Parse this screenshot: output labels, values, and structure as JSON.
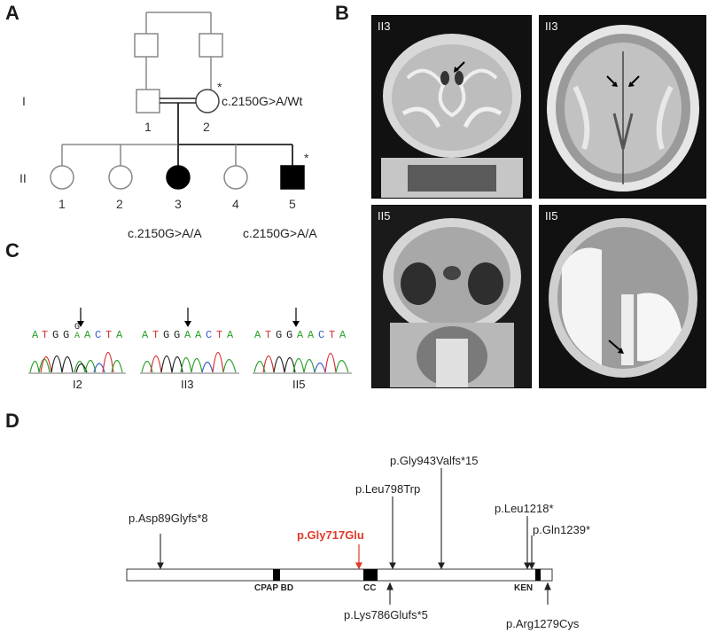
{
  "panels": {
    "a": "A",
    "b": "B",
    "c": "C",
    "d": "D"
  },
  "pedigree": {
    "generation_labels": [
      "I",
      "II"
    ],
    "gen1_numbers": [
      "1",
      "2"
    ],
    "gen2_numbers": [
      "1",
      "2",
      "3",
      "4",
      "5"
    ],
    "asterisk": "*",
    "genotype_i2": "c.2150G>A/Wt",
    "genotype_ii3": "c.2150G>A/A",
    "genotype_ii5": "c.2150G>A/A"
  },
  "mri": {
    "top_left": "II3",
    "top_right": "II3",
    "bottom_left": "II5",
    "bottom_right": "II5"
  },
  "chromatograms": [
    {
      "label": "I2",
      "bases": [
        "A",
        "T",
        "G",
        "G",
        "A",
        "C",
        "T",
        "A"
      ],
      "het_top": "G",
      "het_bottom": "A"
    },
    {
      "label": "II3",
      "bases": [
        "A",
        "T",
        "G",
        "G",
        "A",
        "A",
        "C",
        "T",
        "A"
      ]
    },
    {
      "label": "II5",
      "bases": [
        "A",
        "T",
        "G",
        "G",
        "A",
        "A",
        "C",
        "T",
        "A"
      ]
    }
  ],
  "protein": {
    "domains": [
      "CPAP BD",
      "CC",
      "KEN"
    ],
    "variants_above": [
      {
        "label": "p.Asp89Glyfs*8",
        "highlight": false
      },
      {
        "label": "p.Gly717Glu",
        "highlight": true
      },
      {
        "label": "p.Leu798Trp",
        "highlight": false
      },
      {
        "label": "p.Gly943Valfs*15",
        "highlight": false
      },
      {
        "label": "p.Leu1218*",
        "highlight": false
      },
      {
        "label": "p.Gln1239*",
        "highlight": false
      }
    ],
    "variants_below": [
      {
        "label": "p.Lys786Glufs*5"
      },
      {
        "label": "p.Arg1279Cys"
      }
    ],
    "highlight_color": "#e03a2a"
  }
}
